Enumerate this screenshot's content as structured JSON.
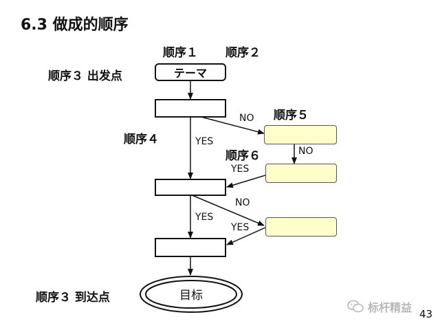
{
  "slide": {
    "title": "6.3 做成的顺序",
    "page_number": "43"
  },
  "labels": {
    "step1": "顺序１",
    "step2": "顺序２",
    "step3_start": "顺序３ 出发点",
    "step4": "顺序４",
    "step5": "顺序５",
    "step6": "顺序６",
    "step3_end": "顺序３ 到达点"
  },
  "nodes": {
    "theme": "テーマ",
    "goal": "目标"
  },
  "branches": {
    "no_1": "NO",
    "yes_1": "YES",
    "no_2": "NO",
    "yes_2": "YES",
    "no_3": "NO",
    "yes_3": "YES",
    "yes_4": "YES"
  },
  "watermark": {
    "text": "标杆精益",
    "icon": "wechat-icon"
  },
  "colors": {
    "yellow_box": "#ffffcc",
    "watermark": "#b8b8b8"
  }
}
